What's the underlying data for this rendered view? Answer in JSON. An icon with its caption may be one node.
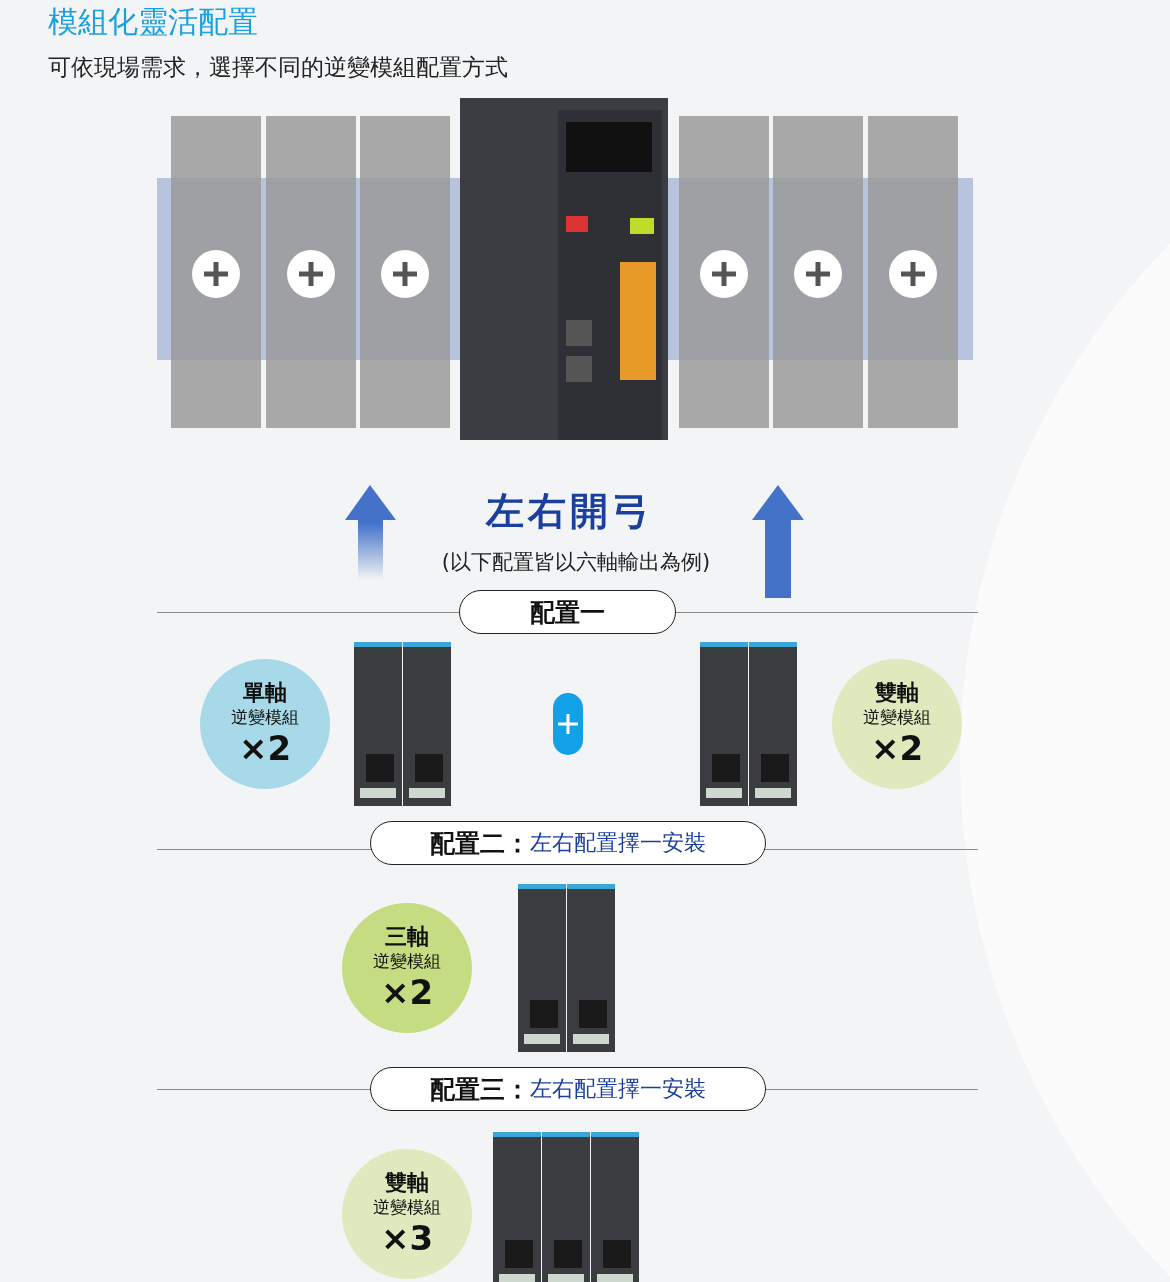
{
  "diagram": {
    "title": "模組化靈活配置",
    "nodes": [
      {
        "text": [
          "配置一"
        ]
      },
      {
        "text": [
          "單軸",
          "逆變模組",
          "×2"
        ]
      },
      {
        "text": [
          "雙軸",
          "逆變模組",
          "×2"
        ]
      },
      {
        "text": [
          "配置二：",
          "左右配置擇一安裝"
        ]
      },
      {
        "text": [
          "三軸",
          "逆變模組",
          "×2"
        ]
      },
      {
        "text": [
          "配置三：",
          "左右配置擇一安裝"
        ]
      },
      {
        "text": [
          "雙軸",
          "逆變模組",
          "×3"
        ]
      }
    ],
    "labels": [
      "可依現場需求，選擇不同的逆變模組配置方式",
      "左右開弓",
      "(以下配置皆以六軸輸出為例)"
    ]
  }
}
